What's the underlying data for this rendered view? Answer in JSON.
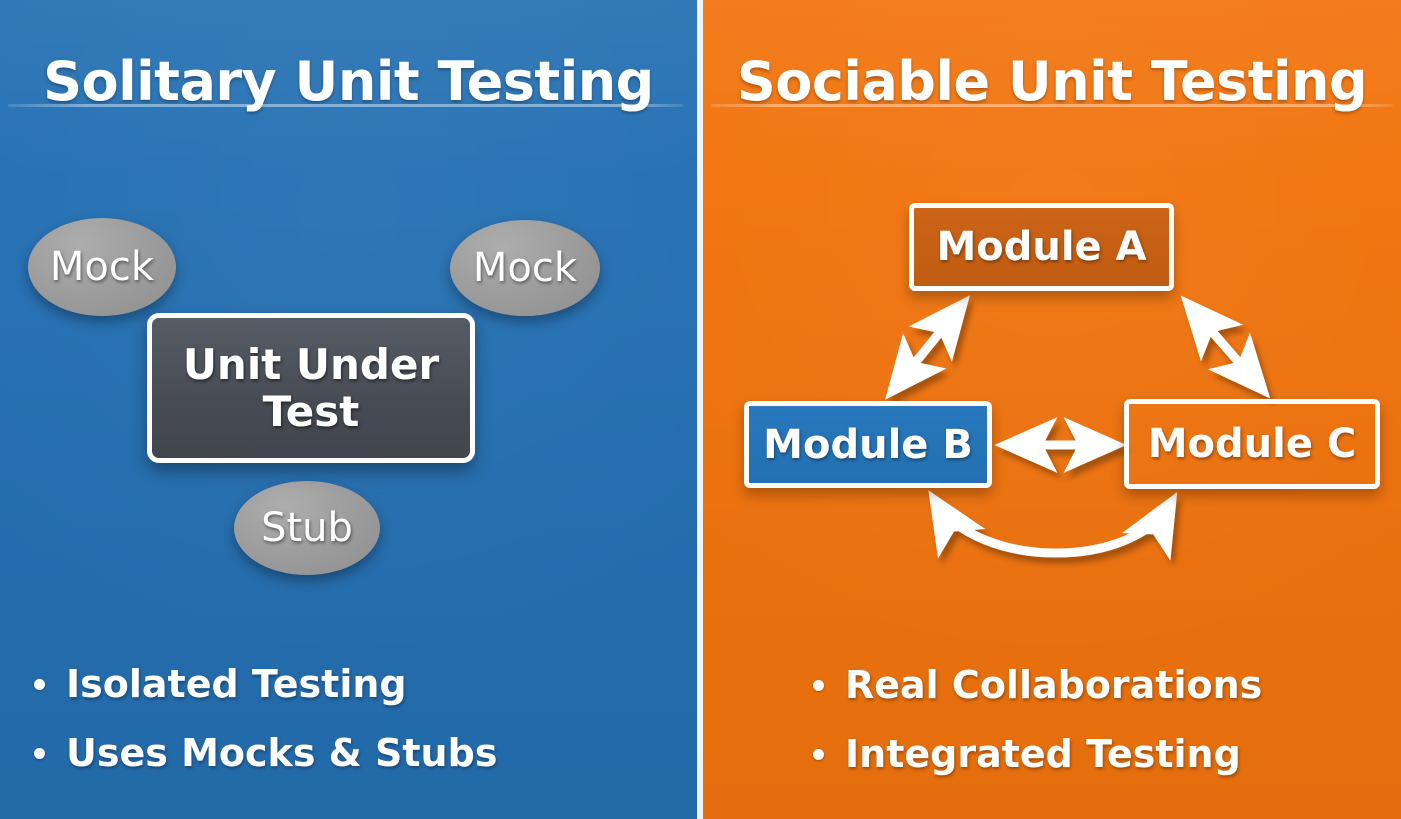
{
  "panels": {
    "left": {
      "title": "Solitary Unit Testing",
      "background_color": "#2570B3",
      "diagram": {
        "center_node": {
          "label": "Unit Under Test",
          "line1": "Unit Under",
          "line2": "Test",
          "fill_color": "#474C54",
          "border_color": "#FFFFFF"
        },
        "satellites": [
          {
            "name": "mock-left",
            "label": "Mock",
            "fill_color": "#9B9B9B"
          },
          {
            "name": "mock-right",
            "label": "Mock",
            "fill_color": "#9B9B9B"
          },
          {
            "name": "stub",
            "label": "Stub",
            "fill_color": "#9B9B9B"
          }
        ]
      },
      "bullets": [
        "Isolated Testing",
        "Uses Mocks & Stubs"
      ]
    },
    "right": {
      "title": "Sociable Unit Testing",
      "background_color": "#F2740E",
      "diagram": {
        "modules": [
          {
            "name": "module-a",
            "label": "Module A",
            "fill_color": "#C45F13",
            "border_color": "#FFFFFF"
          },
          {
            "name": "module-b",
            "label": "Module B",
            "fill_color": "#2370B3",
            "border_color": "#FFFFFF"
          },
          {
            "name": "module-c",
            "label": "Module C",
            "fill_color": "transparent",
            "border_color": "#FFFFFF"
          }
        ],
        "connections": [
          {
            "from": "Module A",
            "to": "Module B",
            "style": "straight",
            "direction": "bidirectional"
          },
          {
            "from": "Module A",
            "to": "Module C",
            "style": "straight",
            "direction": "bidirectional"
          },
          {
            "from": "Module B",
            "to": "Module C",
            "style": "straight",
            "direction": "bidirectional"
          },
          {
            "from": "Module B",
            "to": "Module C",
            "style": "curved",
            "direction": "bidirectional"
          }
        ],
        "arrow_color": "#FFFFFF"
      },
      "bullets": [
        "Real Collaborations",
        "Integrated Testing"
      ]
    }
  }
}
